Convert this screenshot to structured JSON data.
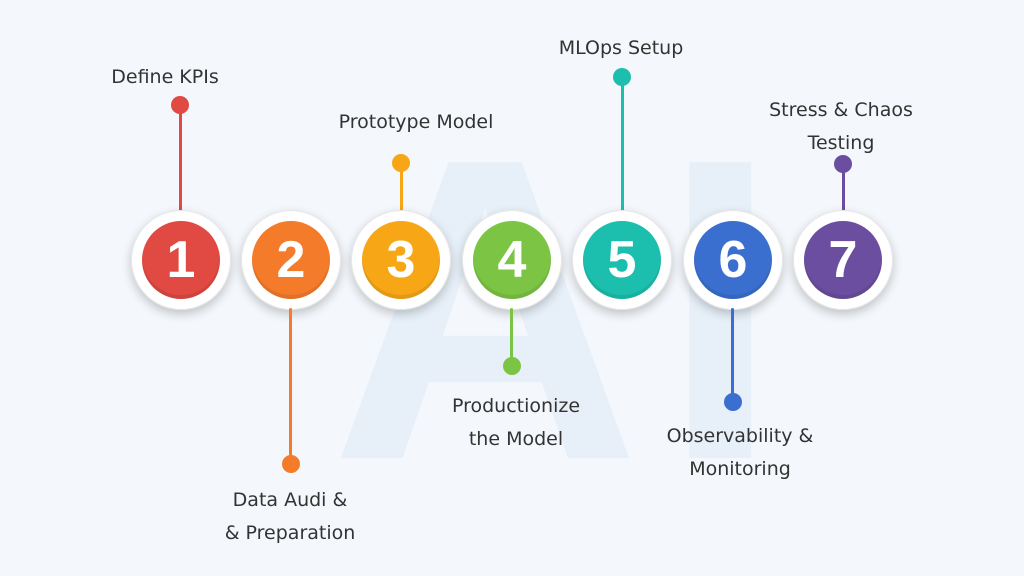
{
  "watermark": "AI",
  "steps": [
    {
      "number": "1",
      "line1": "Define KPIs",
      "line2": "",
      "color": "#e04a43"
    },
    {
      "number": "2",
      "line1": "Data Audi &",
      "line2": "& Preparation",
      "color": "#f47b2a"
    },
    {
      "number": "3",
      "line1": "Prototype Model",
      "line2": "",
      "color": "#f7a616"
    },
    {
      "number": "4",
      "line1": "Productionize",
      "line2": "the Model",
      "color": "#7cc443"
    },
    {
      "number": "5",
      "line1": "MLOps Setup",
      "line2": "",
      "color": "#1cbfae"
    },
    {
      "number": "6",
      "line1": "Observability &",
      "line2": "Monitoring",
      "color": "#3a6fd0"
    },
    {
      "number": "7",
      "line1": "Stress & Chaos",
      "line2": "Testing",
      "color": "#6c4ea0"
    }
  ]
}
